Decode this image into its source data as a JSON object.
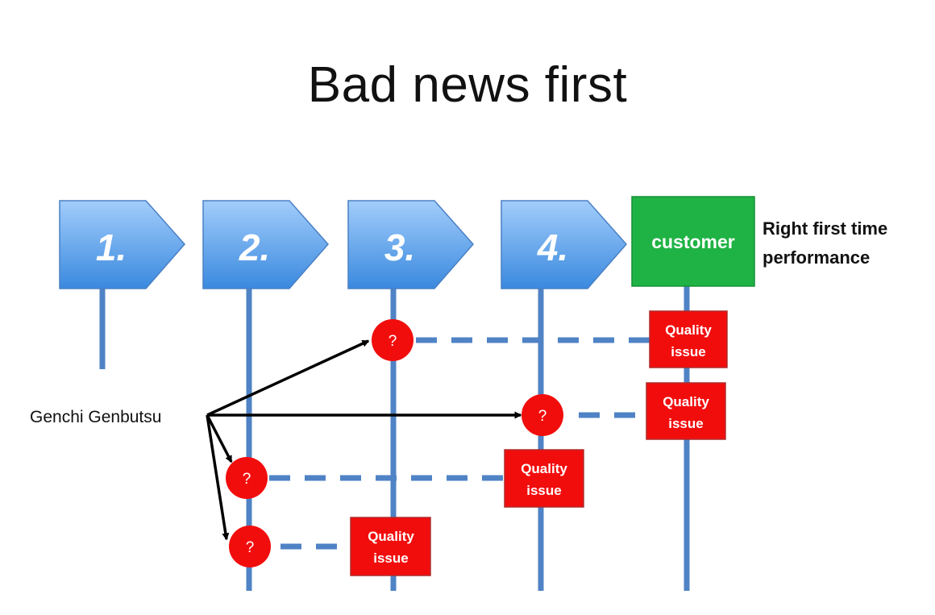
{
  "title": "Bad news first",
  "steps": [
    {
      "label": "1."
    },
    {
      "label": "2."
    },
    {
      "label": "3."
    },
    {
      "label": "4."
    }
  ],
  "customer": {
    "label": "customer"
  },
  "right_first_time": {
    "line1": "Right first time",
    "line2": "performance"
  },
  "genchi_genbutsu": "Genchi Genbutsu",
  "question_mark": "?",
  "quality_issue": {
    "line1": "Quality",
    "line2": "issue"
  },
  "colors": {
    "arrow_top": "#9cc8fa",
    "arrow_bottom": "#3a8ae0",
    "arrow_stroke": "#4a80c4",
    "timeline": "#4f83c5",
    "customer_fill": "#1fb345",
    "issue_red": "#f20d0d",
    "issue_stroke": "#b22b2b"
  }
}
